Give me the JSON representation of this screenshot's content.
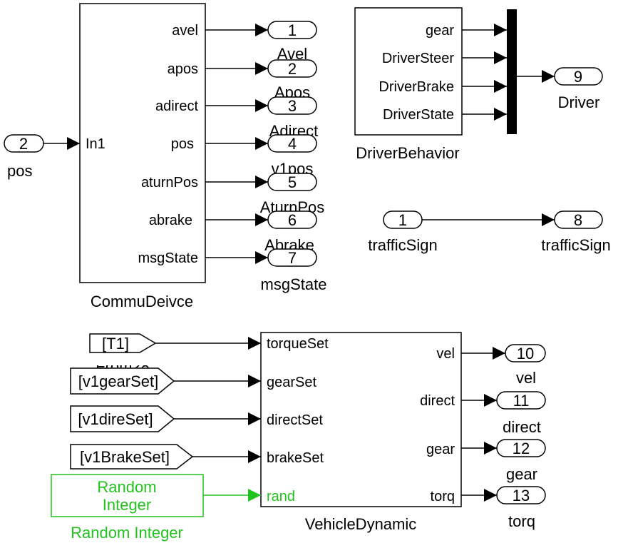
{
  "diagram": {
    "commu_block": {
      "name": "CommuDeivce",
      "input_port": "In1",
      "output_ports": [
        "avel",
        "apos",
        "adirect",
        "pos",
        "aturnPos",
        "abrake",
        "msgState"
      ]
    },
    "commu_outports": [
      {
        "num": "1",
        "name": "Avel"
      },
      {
        "num": "2",
        "name": "Apos"
      },
      {
        "num": "3",
        "name": "Adirect"
      },
      {
        "num": "4",
        "name": "v1pos"
      },
      {
        "num": "5",
        "name": "AturnPos"
      },
      {
        "num": "6",
        "name": "Abrake"
      },
      {
        "num": "7",
        "name": "msgState"
      }
    ],
    "pos_inport": {
      "num": "2",
      "name": "pos"
    },
    "driver_block": {
      "name": "DriverBehavior",
      "output_ports": [
        "gear",
        "DriverSteer",
        "DriverBrake",
        "DriverState"
      ]
    },
    "driver_outport": {
      "num": "9",
      "name": "Driver"
    },
    "traffic_inport": {
      "num": "1",
      "name": "trafficSign"
    },
    "traffic_outport": {
      "num": "8",
      "name": "trafficSign"
    },
    "vehicle_block": {
      "name": "VehicleDynamic",
      "input_ports": [
        "torqueSet",
        "gearSet",
        "directSet",
        "brakeSet",
        "rand"
      ],
      "output_ports": [
        "vel",
        "direct",
        "gear",
        "torq"
      ]
    },
    "from_blocks": [
      {
        "tag": "[T1]",
        "name": "From28"
      },
      {
        "tag": "[v1gearSet]"
      },
      {
        "tag": "[v1direSet]"
      },
      {
        "tag": "[v1BrakeSet]"
      }
    ],
    "random_block": {
      "text_line1": "Random",
      "text_line2": "Integer",
      "name": "Random Integer"
    },
    "vehicle_outports": [
      {
        "num": "10",
        "name": "vel"
      },
      {
        "num": "11",
        "name": "direct"
      },
      {
        "num": "12",
        "name": "gear"
      },
      {
        "num": "13",
        "name": "torq"
      }
    ],
    "colors": {
      "line": "#000000",
      "random": "#22c21f",
      "background": "#ffffff"
    }
  }
}
